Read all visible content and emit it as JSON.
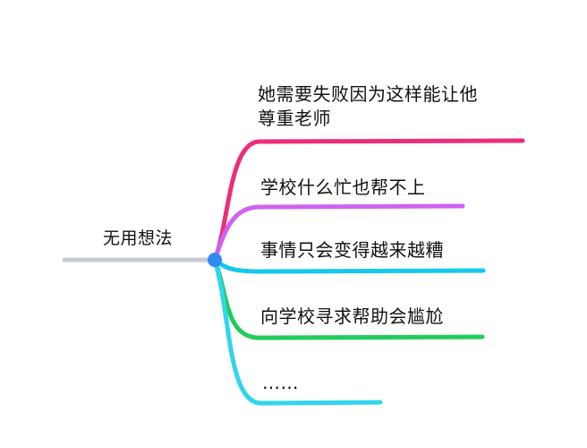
{
  "root": {
    "label": "无用想法",
    "line_color": "#c5cbd3",
    "node_color": "#2f8cf0"
  },
  "branches": [
    {
      "lines": [
        "她需要失败因为这样能让他",
        "尊重老师"
      ],
      "color": "#ec2d7a"
    },
    {
      "lines": [
        "学校什么忙也帮不上"
      ],
      "color": "#cf63f0"
    },
    {
      "lines": [
        "事情只会变得越来越糟"
      ],
      "color": "#14c8ee"
    },
    {
      "lines": [
        "向学校寻求帮助会尴尬"
      ],
      "color": "#22cc5a"
    },
    {
      "lines": [
        "……"
      ],
      "color": "#2fd6ec"
    }
  ]
}
